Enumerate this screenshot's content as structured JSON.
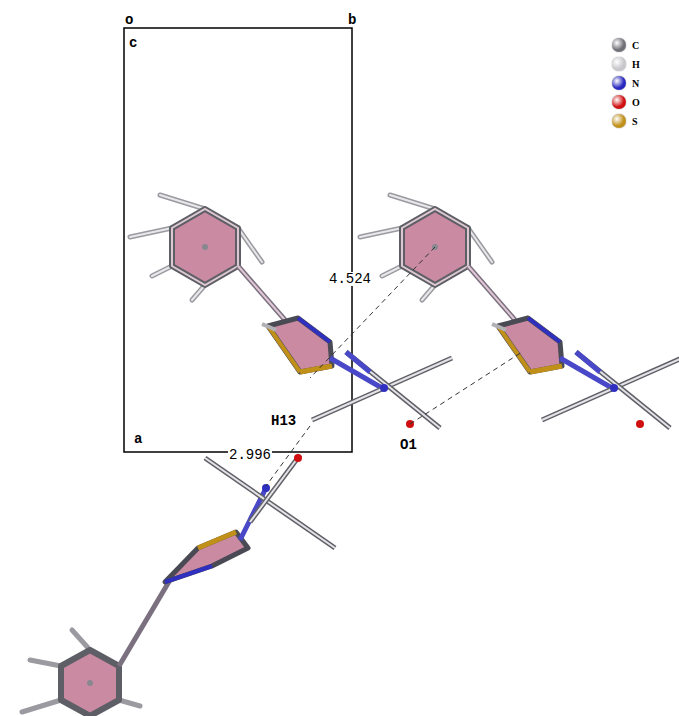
{
  "diagram": {
    "labels": [
      "o",
      "b",
      "c",
      "a",
      "4.524",
      "2.996",
      "H13",
      "O1"
    ],
    "legend": [
      {
        "text": "C",
        "color": "#707078"
      },
      {
        "text": "H",
        "color": "#c8c8cc"
      },
      {
        "text": "N",
        "color": "#2828c0"
      },
      {
        "text": "O",
        "color": "#d01010"
      },
      {
        "text": "S",
        "color": "#c09018"
      }
    ]
  }
}
